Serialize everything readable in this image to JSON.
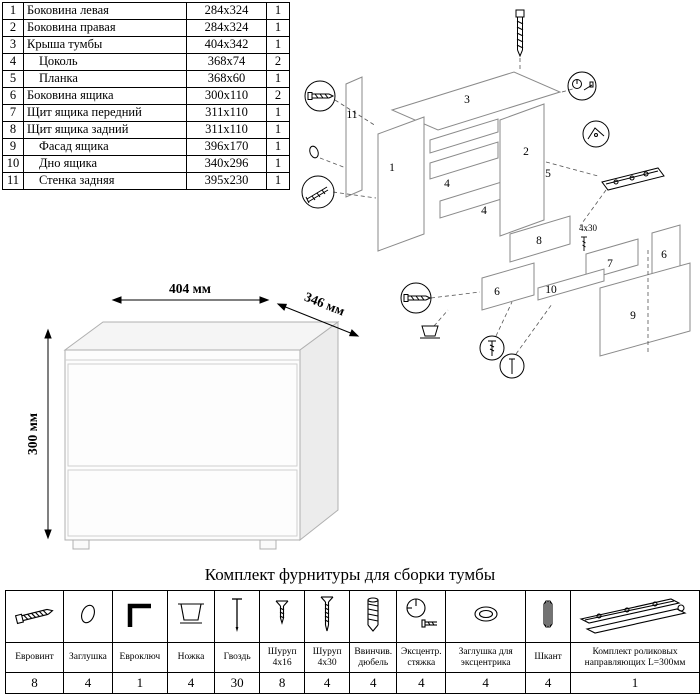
{
  "parts_table": {
    "rows": [
      {
        "num": "1",
        "name": "Боковина левая",
        "size": "284x324",
        "qty": "1"
      },
      {
        "num": "2",
        "name": "Боковина правая",
        "size": "284x324",
        "qty": "1"
      },
      {
        "num": "3",
        "name": "Крыша тумбы",
        "size": "404x342",
        "qty": "1"
      },
      {
        "num": "4",
        "name": "Цоколь",
        "size": "368x74",
        "qty": "2"
      },
      {
        "num": "5",
        "name": "Планка",
        "size": "368x60",
        "qty": "1"
      },
      {
        "num": "6",
        "name": "Боковина ящика",
        "size": "300x110",
        "qty": "2"
      },
      {
        "num": "7",
        "name": "Щит ящика передний",
        "size": "311x110",
        "qty": "1"
      },
      {
        "num": "8",
        "name": "Щит ящика задний",
        "size": "311x110",
        "qty": "1"
      },
      {
        "num": "9",
        "name": "Фасад ящика",
        "size": "396x170",
        "qty": "1"
      },
      {
        "num": "10",
        "name": "Дно ящика",
        "size": "340x296",
        "qty": "1"
      },
      {
        "num": "11",
        "name": "Стенка задняя",
        "size": "395x230",
        "qty": "1"
      }
    ]
  },
  "render": {
    "width_label": "404 мм",
    "depth_label": "346 мм",
    "height_label": "300 мм"
  },
  "exploded": {
    "labels": [
      "1",
      "2",
      "3",
      "4",
      "4",
      "5",
      "6",
      "6",
      "7",
      "8",
      "9",
      "10",
      "11"
    ],
    "annotation": "4x30"
  },
  "hardware": {
    "title": "Комплект фурнитуры для сборки тумбы",
    "items": [
      {
        "name": "Евровинт",
        "qty": "8",
        "icon": "euro-screw-icon"
      },
      {
        "name": "Заглушка",
        "qty": "4",
        "icon": "cap-icon"
      },
      {
        "name": "Евроключ",
        "qty": "1",
        "icon": "hex-key-icon"
      },
      {
        "name": "Ножка",
        "qty": "4",
        "icon": "leg-icon"
      },
      {
        "name": "Гвоздь",
        "qty": "30",
        "icon": "nail-icon"
      },
      {
        "name": "Шуруп 4x16",
        "qty": "8",
        "icon": "screw-short-icon"
      },
      {
        "name": "Шуруп 4x30",
        "qty": "4",
        "icon": "screw-long-icon"
      },
      {
        "name": "Ввинчив. дюбель",
        "qty": "4",
        "icon": "threaded-dowel-icon"
      },
      {
        "name": "Эксцентр. стяжка",
        "qty": "4",
        "icon": "cam-lock-icon"
      },
      {
        "name": "Заглушка для эксцентрика",
        "qty": "4",
        "icon": "cam-cap-icon"
      },
      {
        "name": "Шкант",
        "qty": "4",
        "icon": "wood-dowel-icon"
      },
      {
        "name": "Комплект роликовых направляющих L=300мм",
        "qty": "1",
        "icon": "drawer-slides-icon"
      }
    ]
  }
}
